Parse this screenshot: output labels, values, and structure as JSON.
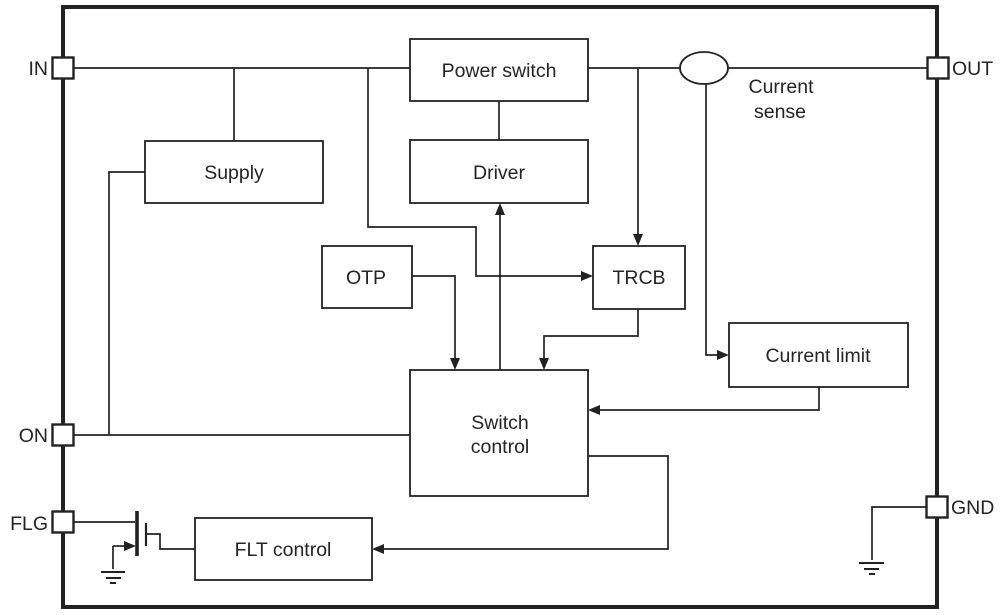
{
  "diagram_type": "ic-functional-block-diagram",
  "colors": {
    "line": "#222222",
    "text": "#242424",
    "background": "#ffffff",
    "block_fill": "#ffffff"
  },
  "pins": {
    "in": {
      "label": "IN"
    },
    "out": {
      "label": "OUT"
    },
    "on": {
      "label": "ON"
    },
    "flg": {
      "label": "FLG"
    },
    "gnd": {
      "label": "GND"
    }
  },
  "blocks": {
    "power_switch": {
      "label": "Power switch"
    },
    "driver": {
      "label": "Driver"
    },
    "supply": {
      "label": "Supply"
    },
    "otp": {
      "label": "OTP"
    },
    "trcb": {
      "label": "TRCB"
    },
    "current_limit": {
      "label": "Current limit"
    },
    "switch_control": {
      "line1": "Switch",
      "line2": "control"
    },
    "flt_control": {
      "label": "FLT control"
    }
  },
  "annotations": {
    "current_sense": {
      "line1": "Current",
      "line2": "sense"
    }
  }
}
